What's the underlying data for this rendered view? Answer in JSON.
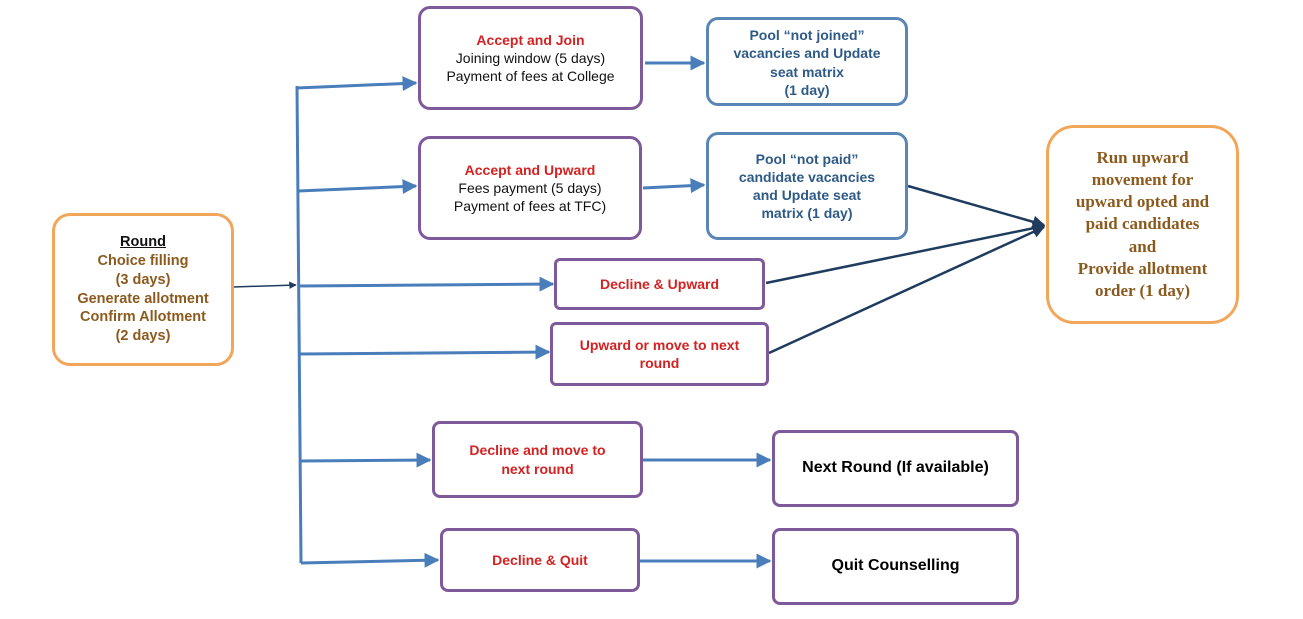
{
  "round": {
    "heading": "Round",
    "lines": [
      "Choice filling",
      "(3 days)",
      "Generate allotment",
      "Confirm Allotment",
      "(2 days)"
    ]
  },
  "accept_join": {
    "title": "Accept and Join",
    "lines": [
      "Joining window (5 days)",
      "Payment of fees at College"
    ]
  },
  "accept_upward": {
    "title": "Accept and Upward",
    "lines": [
      "Fees payment (5 days)",
      "Payment of fees at TFC)"
    ]
  },
  "decline_upward": {
    "title": "Decline & Upward"
  },
  "upward_next": {
    "lines": [
      "Upward or move to next",
      "round"
    ]
  },
  "decline_next": {
    "lines": [
      "Decline and move to",
      "next round"
    ]
  },
  "decline_quit": {
    "title": "Decline & Quit"
  },
  "pool_not_joined": {
    "lines": [
      "Pool “not joined”",
      "vacancies and Update",
      "seat matrix",
      "(1 day)"
    ]
  },
  "pool_not_paid": {
    "lines": [
      "Pool “not paid”",
      "candidate vacancies",
      "and Update seat",
      "matrix (1 day)"
    ]
  },
  "run_upward": {
    "lines": [
      "Run upward",
      "movement for",
      "upward opted and",
      "paid candidates",
      "and",
      "Provide allotment",
      "order (1 day)"
    ]
  },
  "next_round": {
    "title": "Next Round (If available)"
  },
  "quit_counselling": {
    "title": "Quit Counselling"
  },
  "colors": {
    "arrow_blue": "#4a7ebb",
    "arrow_navy": "#1f3c5f",
    "orange_border": "#f2a65a",
    "purple_border": "#7f5a9b",
    "blue_border": "#5a86b5",
    "red_text": "#d32222",
    "brown_text": "#8c5a1e"
  }
}
